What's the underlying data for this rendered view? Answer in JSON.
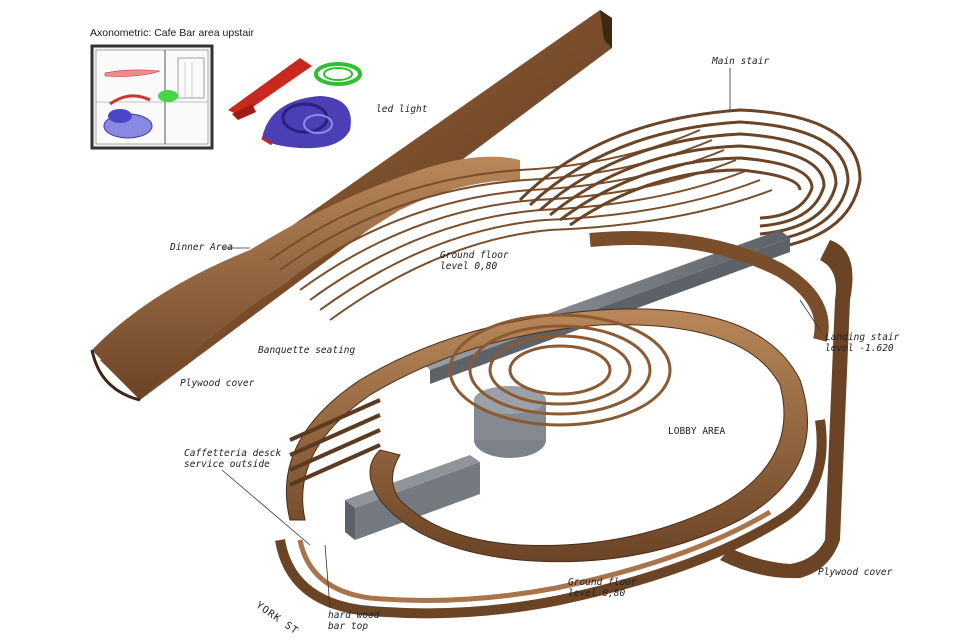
{
  "title": "Axonometric: Cafe Bar area upstair",
  "labels": {
    "led_light": "led light",
    "main_stair": "Main stair",
    "dinner_area": "Dinner Area",
    "ground_floor_upper": [
      "Ground floor",
      "level 0,80"
    ],
    "landing_stair": [
      "Landing stair",
      "level -1.620"
    ],
    "banquette": "Banquette seating",
    "plywood_left": "Plywood cover",
    "lobby": "LOBBY AREA",
    "caffetteria": [
      "Caffetteria desck",
      "service outside"
    ],
    "ground_floor_lower": [
      "Ground floor",
      "level 0,80"
    ],
    "plywood_right": "Plywood cover",
    "hardwood": [
      "hard wood",
      "bar top"
    ],
    "street": "YORK ST"
  },
  "colors": {
    "wood_dark": "#5b3a20",
    "wood_mid": "#8a5a33",
    "wood_light": "#b07a48",
    "steel": "#7d8288",
    "red": "#c8281e",
    "blue": "#4a3fb5",
    "green": "#2fbf2f"
  }
}
